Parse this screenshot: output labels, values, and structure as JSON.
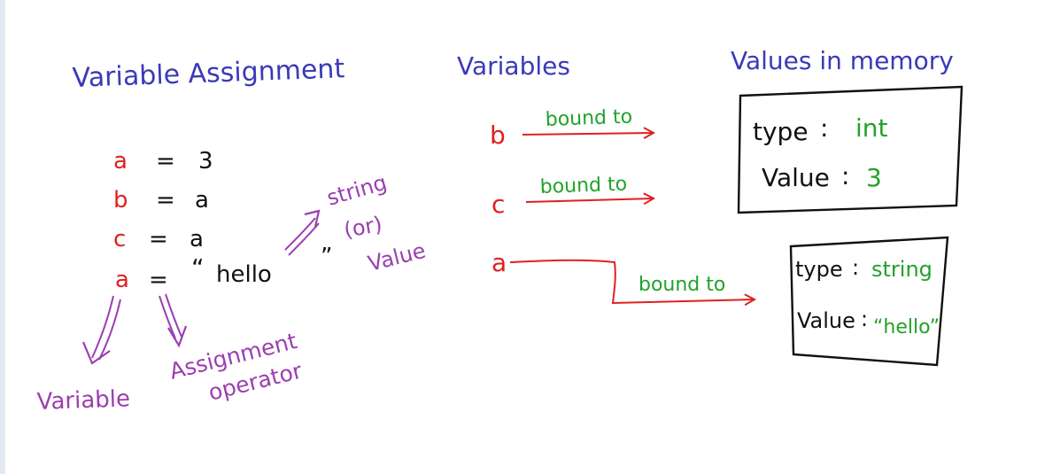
{
  "colors": {
    "heading": "#3a3ab8",
    "variable": "#e02020",
    "text": "#111111",
    "annotation": "#9b3fb0",
    "label": "#22a22a",
    "arrow": "#e02020",
    "box": "#111111"
  },
  "left": {
    "heading": "Variable Assignment",
    "statements": [
      {
        "var": "a",
        "op": "=",
        "value": "3"
      },
      {
        "var": "b",
        "op": "=",
        "value": "a"
      },
      {
        "var": "c",
        "op": "=",
        "value": "a"
      },
      {
        "var": "a",
        "op": "=",
        "open_quote": "“",
        "value": "hello",
        "close_quote": "”"
      }
    ],
    "annotations": {
      "variable": "Variable",
      "operator_line1": "Assignment",
      "operator_line2": "operator",
      "string_line1": "string",
      "string_line2": "(or)",
      "string_line3": "Value"
    }
  },
  "middle": {
    "heading": "Variables",
    "bindings": [
      {
        "var": "b",
        "label": "bound to"
      },
      {
        "var": "c",
        "label": "bound to"
      },
      {
        "var": "a",
        "label": "bound to"
      }
    ]
  },
  "right": {
    "heading": "Values in memory",
    "boxes": [
      {
        "type_key": "type",
        "type_val": "int",
        "value_key": "Value",
        "value_val": "3"
      },
      {
        "type_key": "type",
        "type_val": "string",
        "value_key": "Value",
        "value_val": "“hello”"
      }
    ]
  }
}
